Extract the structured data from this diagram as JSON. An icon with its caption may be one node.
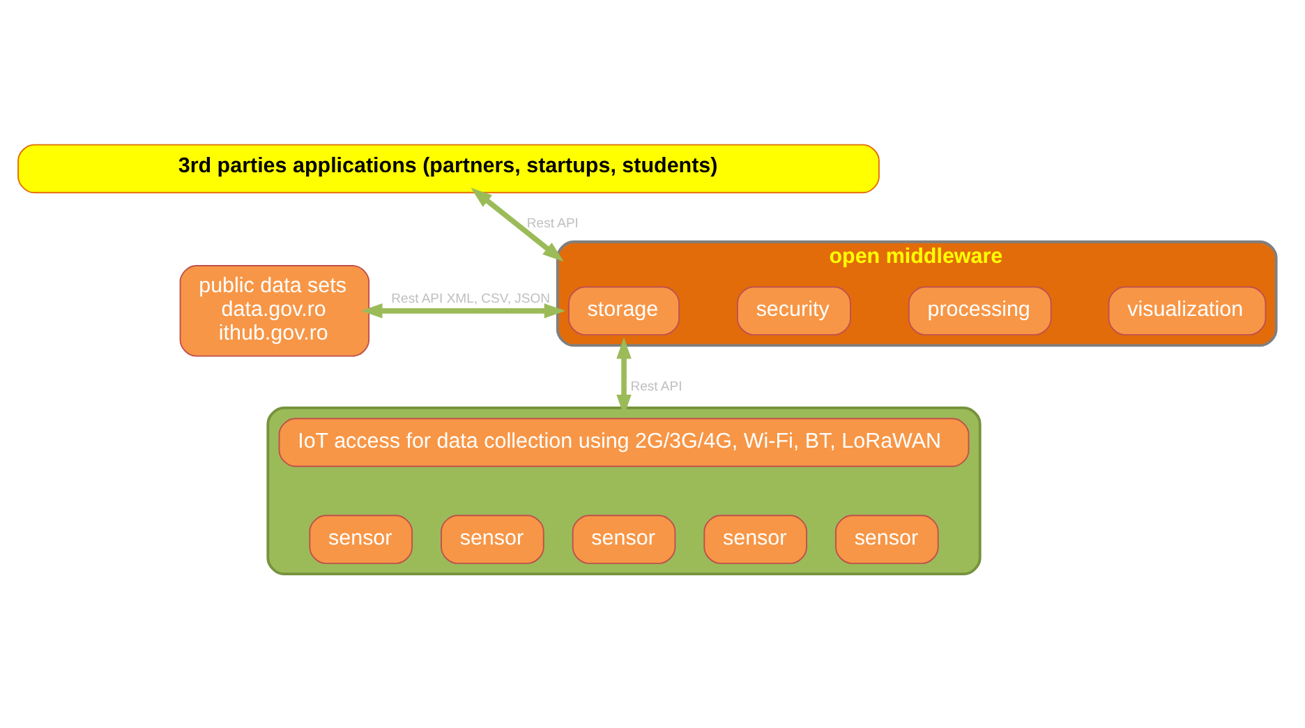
{
  "diagram": {
    "nodes": [
      {
        "text": [
          "3rd parties applications (partners, startups, students)"
        ]
      },
      {
        "text": [
          "open middleware"
        ]
      },
      {
        "text": [
          "storage"
        ],
        "in": 1
      },
      {
        "text": [
          "security"
        ],
        "in": 1
      },
      {
        "text": [
          "processing"
        ],
        "in": 1
      },
      {
        "text": [
          "visualization"
        ],
        "in": 1
      },
      {
        "text": [
          "public data sets",
          "data.gov.ro",
          "ithub.gov.ro"
        ]
      },
      {
        "text": [],
        "shape": "box"
      },
      {
        "text": [
          "IoT access for data collection using 2G/3G/4G, Wi-Fi, BT, LoRaWAN"
        ],
        "in": 7
      },
      {
        "text": [
          "sensor"
        ],
        "in": 7
      },
      {
        "text": [
          "sensor"
        ],
        "in": 7
      },
      {
        "text": [
          "sensor"
        ],
        "in": 7
      },
      {
        "text": [
          "sensor"
        ],
        "in": 7
      },
      {
        "text": [
          "sensor"
        ],
        "in": 7
      }
    ],
    "edges": [
      {
        "from": 0,
        "to": 1,
        "arrow": "both",
        "label": "Rest API"
      },
      {
        "from": 6,
        "to": 1,
        "arrow": "both",
        "label": "Rest API XML, CSV, JSON"
      },
      {
        "from": 1,
        "to": 7,
        "arrow": "both",
        "label": "Rest API"
      }
    ]
  }
}
